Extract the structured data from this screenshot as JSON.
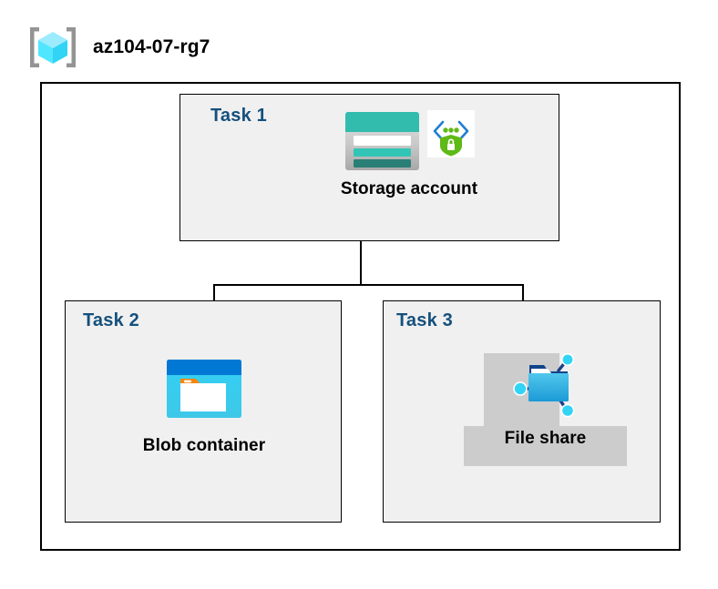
{
  "header": {
    "icon": "resource-group-icon",
    "title": "az104-07-rg7"
  },
  "resource_group": {
    "name": "az104-07-rg7",
    "border_color": "#000000",
    "fill": "#ffffff"
  },
  "tasks": [
    {
      "id": "task1",
      "label": "Task 1",
      "node": {
        "caption": "Storage account",
        "icons": [
          "storage-account-icon",
          "secure-endpoint-shield-icon"
        ],
        "highlighted": false
      }
    },
    {
      "id": "task2",
      "label": "Task 2",
      "node": {
        "caption": "Blob container",
        "icons": [
          "blob-container-icon"
        ],
        "highlighted": false
      }
    },
    {
      "id": "task3",
      "label": "Task 3",
      "node": {
        "caption": "File share",
        "icons": [
          "file-share-icon"
        ],
        "highlighted": true
      }
    }
  ],
  "connections": [
    {
      "from": "task1-storage-account",
      "to": "task2-blob-container"
    },
    {
      "from": "task1-storage-account",
      "to": "task3-file-share"
    }
  ],
  "colors": {
    "task_label": "#14507d",
    "caption": "#000000",
    "box_fill": "#f0f0f0",
    "box_border": "#000000",
    "highlight": "#cccccc",
    "storage_teal": "#32bcad",
    "storage_dark_teal": "#2a7f76",
    "blob_blue": "#0078d4",
    "blob_cyan": "#32c8f0",
    "blob_orange": "#f7860d",
    "shield_green": "#5fb916",
    "bracket_gray": "#949494",
    "cube_cyan": "#50e6ff"
  }
}
